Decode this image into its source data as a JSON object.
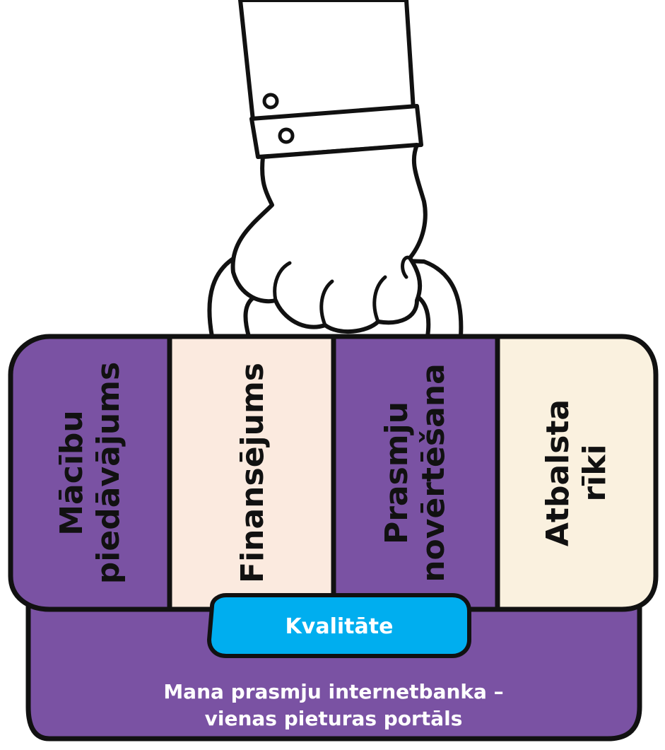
{
  "colors": {
    "purple": "#7a52a3",
    "cream": "#fbeadf",
    "ivory": "#faf1df",
    "badge": "#00aeef",
    "outline": "#111111"
  },
  "sections": [
    {
      "lines": [
        "Mācību",
        "piedāvājums"
      ],
      "fill": "#7a52a3"
    },
    {
      "lines": [
        "Finansējums"
      ],
      "fill": "#fbeadf"
    },
    {
      "lines": [
        "Prasmju",
        "novērtēšana"
      ],
      "fill": "#7a52a3"
    },
    {
      "lines": [
        "Atbalsta",
        "rīki"
      ],
      "fill": "#faf1df"
    }
  ],
  "badge": {
    "label": "Kvalitāte"
  },
  "footer": {
    "line1": "Mana prasmju internetbanka –",
    "line2": "vienas pieturas portāls"
  }
}
